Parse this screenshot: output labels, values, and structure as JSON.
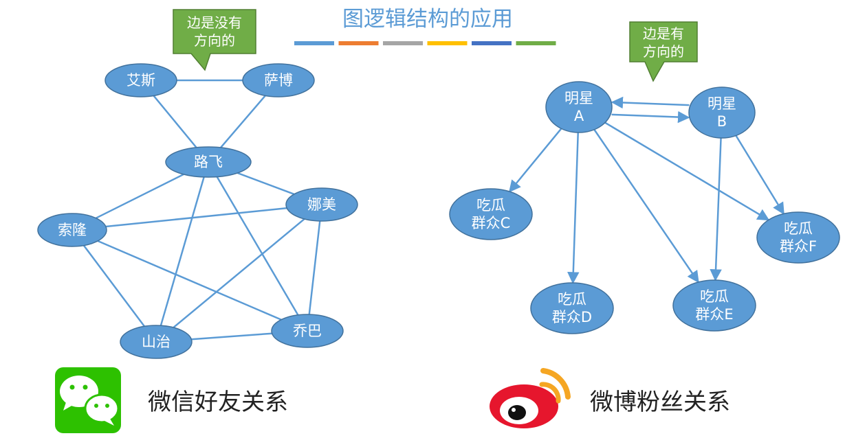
{
  "title": "图逻辑结构的应用",
  "colors": {
    "title": "#5b9bd5",
    "node_fill": "#5b9bd5",
    "node_stroke": "#41719c",
    "edge": "#5b9bd5",
    "callout_fill": "#70ad47",
    "callout_stroke": "#507e32",
    "wechat_green": "#2dc100",
    "weibo_red": "#e6162d",
    "weibo_orange": "#f5a623",
    "title_bars": [
      "#5b9bd5",
      "#ed7d31",
      "#a5a5a5",
      "#ffc000",
      "#4472c4",
      "#70ad47"
    ]
  },
  "undirected": {
    "callout_lines": [
      "边是没有",
      "方向的"
    ],
    "nodes": [
      {
        "id": "aisi",
        "label": "艾斯"
      },
      {
        "id": "sabo",
        "label": "萨博"
      },
      {
        "id": "lufei",
        "label": "路飞"
      },
      {
        "id": "namei",
        "label": "娜美"
      },
      {
        "id": "suolong",
        "label": "索隆"
      },
      {
        "id": "shanzhi",
        "label": "山治"
      },
      {
        "id": "qiaoba",
        "label": "乔巴"
      }
    ],
    "edges": [
      [
        "aisi",
        "sabo"
      ],
      [
        "aisi",
        "lufei"
      ],
      [
        "sabo",
        "lufei"
      ],
      [
        "lufei",
        "suolong"
      ],
      [
        "lufei",
        "namei"
      ],
      [
        "lufei",
        "shanzhi"
      ],
      [
        "lufei",
        "qiaoba"
      ],
      [
        "suolong",
        "namei"
      ],
      [
        "suolong",
        "shanzhi"
      ],
      [
        "suolong",
        "qiaoba"
      ],
      [
        "namei",
        "shanzhi"
      ],
      [
        "namei",
        "qiaoba"
      ],
      [
        "shanzhi",
        "qiaoba"
      ]
    ],
    "caption": "微信好友关系"
  },
  "directed": {
    "callout_lines": [
      "边是有",
      "方向的"
    ],
    "nodes": [
      {
        "id": "starA",
        "lines": [
          "明星",
          "A"
        ]
      },
      {
        "id": "starB",
        "lines": [
          "明星",
          "B"
        ]
      },
      {
        "id": "fanC",
        "lines": [
          "吃瓜",
          "群众C"
        ]
      },
      {
        "id": "fanD",
        "lines": [
          "吃瓜",
          "群众D"
        ]
      },
      {
        "id": "fanE",
        "lines": [
          "吃瓜",
          "群众E"
        ]
      },
      {
        "id": "fanF",
        "lines": [
          "吃瓜",
          "群众F"
        ]
      }
    ],
    "edges": [
      [
        "starA",
        "starB"
      ],
      [
        "starB",
        "starA"
      ],
      [
        "starA",
        "fanC"
      ],
      [
        "starA",
        "fanD"
      ],
      [
        "starA",
        "fanE"
      ],
      [
        "starA",
        "fanF"
      ],
      [
        "starB",
        "fanE"
      ],
      [
        "starB",
        "fanF"
      ]
    ],
    "caption": "微博粉丝关系"
  },
  "icons": {
    "wechat": "wechat-logo-icon",
    "weibo": "weibo-logo-icon"
  }
}
